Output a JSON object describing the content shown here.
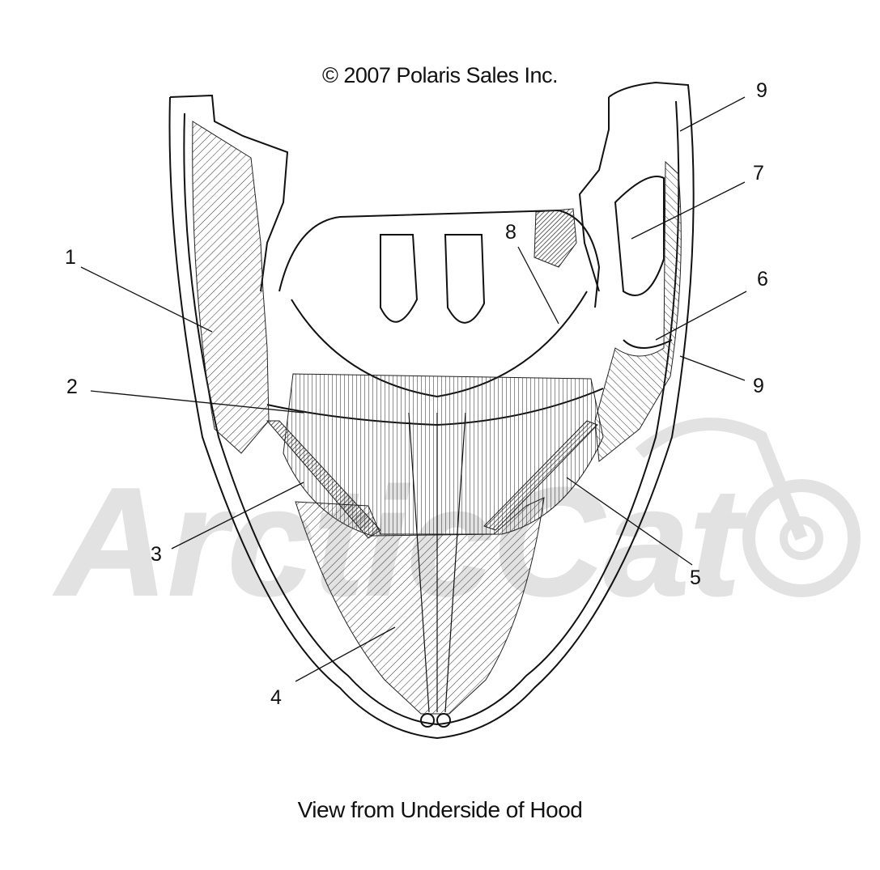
{
  "header": {
    "copyright": "© 2007 Polaris Sales Inc."
  },
  "footer": {
    "caption": "View from Underside of Hood"
  },
  "watermark": {
    "text": "ArcticCat"
  },
  "callouts": [
    {
      "id": "1",
      "label": "1"
    },
    {
      "id": "2",
      "label": "2"
    },
    {
      "id": "3",
      "label": "3"
    },
    {
      "id": "4",
      "label": "4"
    },
    {
      "id": "5",
      "label": "5"
    },
    {
      "id": "6",
      "label": "6"
    },
    {
      "id": "7",
      "label": "7"
    },
    {
      "id": "8",
      "label": "8"
    },
    {
      "id": "9a",
      "label": "9"
    },
    {
      "id": "9b",
      "label": "9"
    }
  ]
}
